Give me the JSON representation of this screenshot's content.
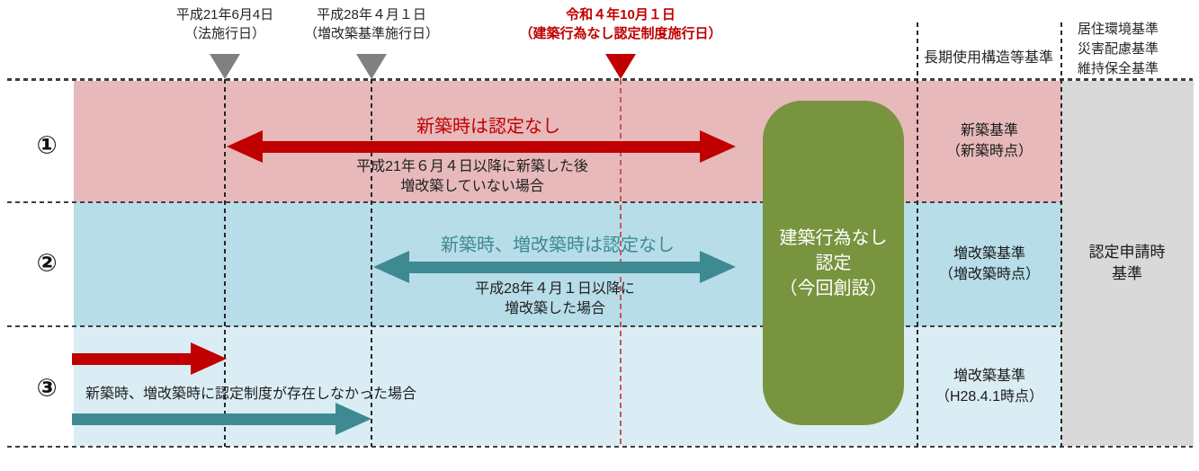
{
  "header": {
    "markers": [
      {
        "date": "平成21年6月4日",
        "caption": "（法施行日）"
      },
      {
        "date": "平成28年４月１日",
        "caption": "（増改築基準施行日）"
      },
      {
        "date": "令和４年10月１日",
        "caption": "（建築行為なし認定制度施行日）"
      }
    ],
    "structure_header": "長期使用構造等基準",
    "right_lines": [
      "居住環境基準",
      "災害配慮基準",
      "維持保全基準"
    ]
  },
  "rows": [
    {
      "number": "①",
      "arrow_label": "新築時は認定なし",
      "desc_line1": "平成21年６月４日以降に新築した後",
      "desc_line2": "増改築していない場合",
      "standard_line1": "新築基準",
      "standard_line2": "（新築時点）"
    },
    {
      "number": "②",
      "arrow_label": "新築時、増改築時は認定なし",
      "desc_line1": "平成28年４月１日以降に",
      "desc_line2": "増改築した場合",
      "standard_line1": "増改築基準",
      "standard_line2": "（増改築時点）"
    },
    {
      "number": "③",
      "desc": "新築時、増改築時に認定制度が存在しなかった場合",
      "standard_line1": "増改築基準",
      "standard_line2": "（H28.4.1時点）"
    }
  ],
  "green_box": {
    "line1": "建築行為なし",
    "line2": "認定",
    "line3": "（今回創設）"
  },
  "application_column": {
    "line1": "認定申請時",
    "line2": "基準"
  },
  "colors": {
    "red_arrow": "#c00000",
    "teal_arrow": "#3d8a93",
    "row1_bg": "#e7b9bb",
    "row2_bg": "#b7dde8",
    "row3_bg": "#daedf4",
    "green_box_bg": "#78943e",
    "gray_column_bg": "#d9d9d9",
    "marker_gray": "#808080",
    "red_dashed_line": "#c9555a"
  }
}
